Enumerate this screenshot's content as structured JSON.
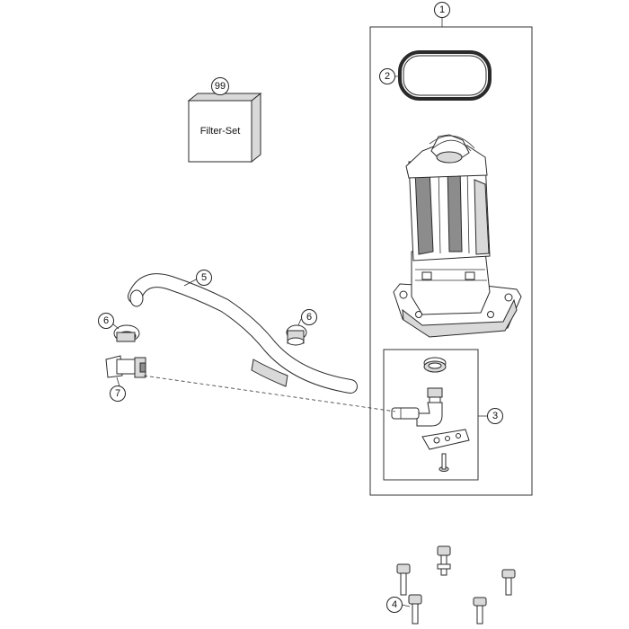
{
  "callouts": {
    "c1": "1",
    "c2": "2",
    "c3": "3",
    "c4": "4",
    "c5": "5",
    "c6a": "6",
    "c6b": "6",
    "c7": "7",
    "c99": "99"
  },
  "filter_set": {
    "label": "Filter-Set"
  }
}
